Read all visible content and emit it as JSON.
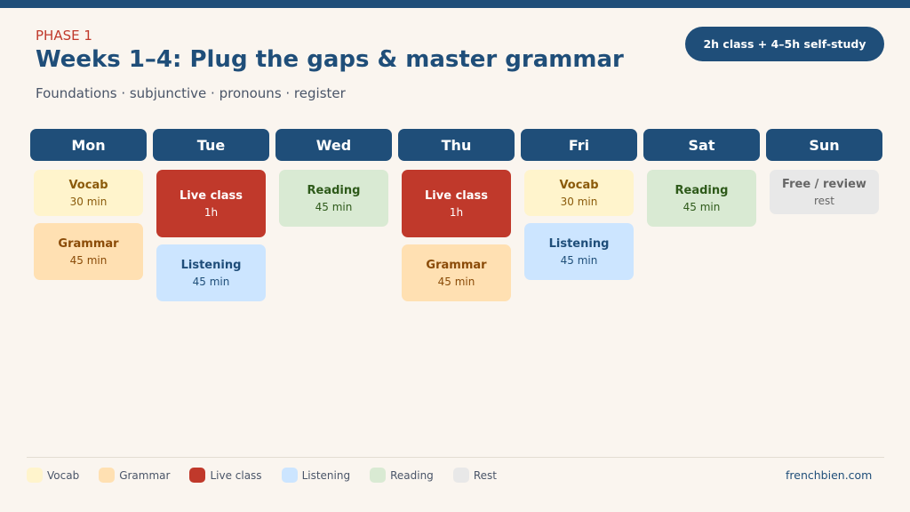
{
  "header": {
    "phase": "PHASE 1",
    "title": "Weeks 1–4: Plug the gaps & master grammar",
    "subtitle": "Foundations · subjunctive · pronouns · register",
    "badge": "2h class + 4–5h self-study"
  },
  "days": [
    {
      "label": "Mon",
      "items": [
        {
          "name": "Vocab",
          "dur": "30 min"
        },
        {
          "name": "Grammar",
          "dur": "45 min"
        }
      ]
    },
    {
      "label": "Tue",
      "items": [
        {
          "name": "Live class",
          "dur": "1h"
        },
        {
          "name": "Listening",
          "dur": "45 min"
        }
      ]
    },
    {
      "label": "Wed",
      "items": [
        {
          "name": "Reading",
          "dur": "45 min"
        }
      ]
    },
    {
      "label": "Thu",
      "items": [
        {
          "name": "Live class",
          "dur": "1h"
        },
        {
          "name": "Grammar",
          "dur": "45 min"
        }
      ]
    },
    {
      "label": "Fri",
      "items": [
        {
          "name": "Vocab",
          "dur": "30 min"
        },
        {
          "name": "Listening",
          "dur": "45 min"
        }
      ]
    },
    {
      "label": "Sat",
      "items": [
        {
          "name": "Reading",
          "dur": "45 min"
        }
      ]
    },
    {
      "label": "Sun",
      "items": [
        {
          "name": "Free / review",
          "dur": "rest"
        }
      ]
    }
  ],
  "legend": [
    "Vocab",
    "Grammar",
    "Live class",
    "Listening",
    "Reading",
    "Rest"
  ],
  "colors": {
    "vocab": "#fff4cc",
    "grammar": "#ffe0b2",
    "live": "#c0392b",
    "listening": "#cce5ff",
    "reading": "#d9ead3",
    "rest": "#e8e8e8",
    "primary": "#1f4e79"
  },
  "footer": {
    "site": "frenchbien.com"
  }
}
